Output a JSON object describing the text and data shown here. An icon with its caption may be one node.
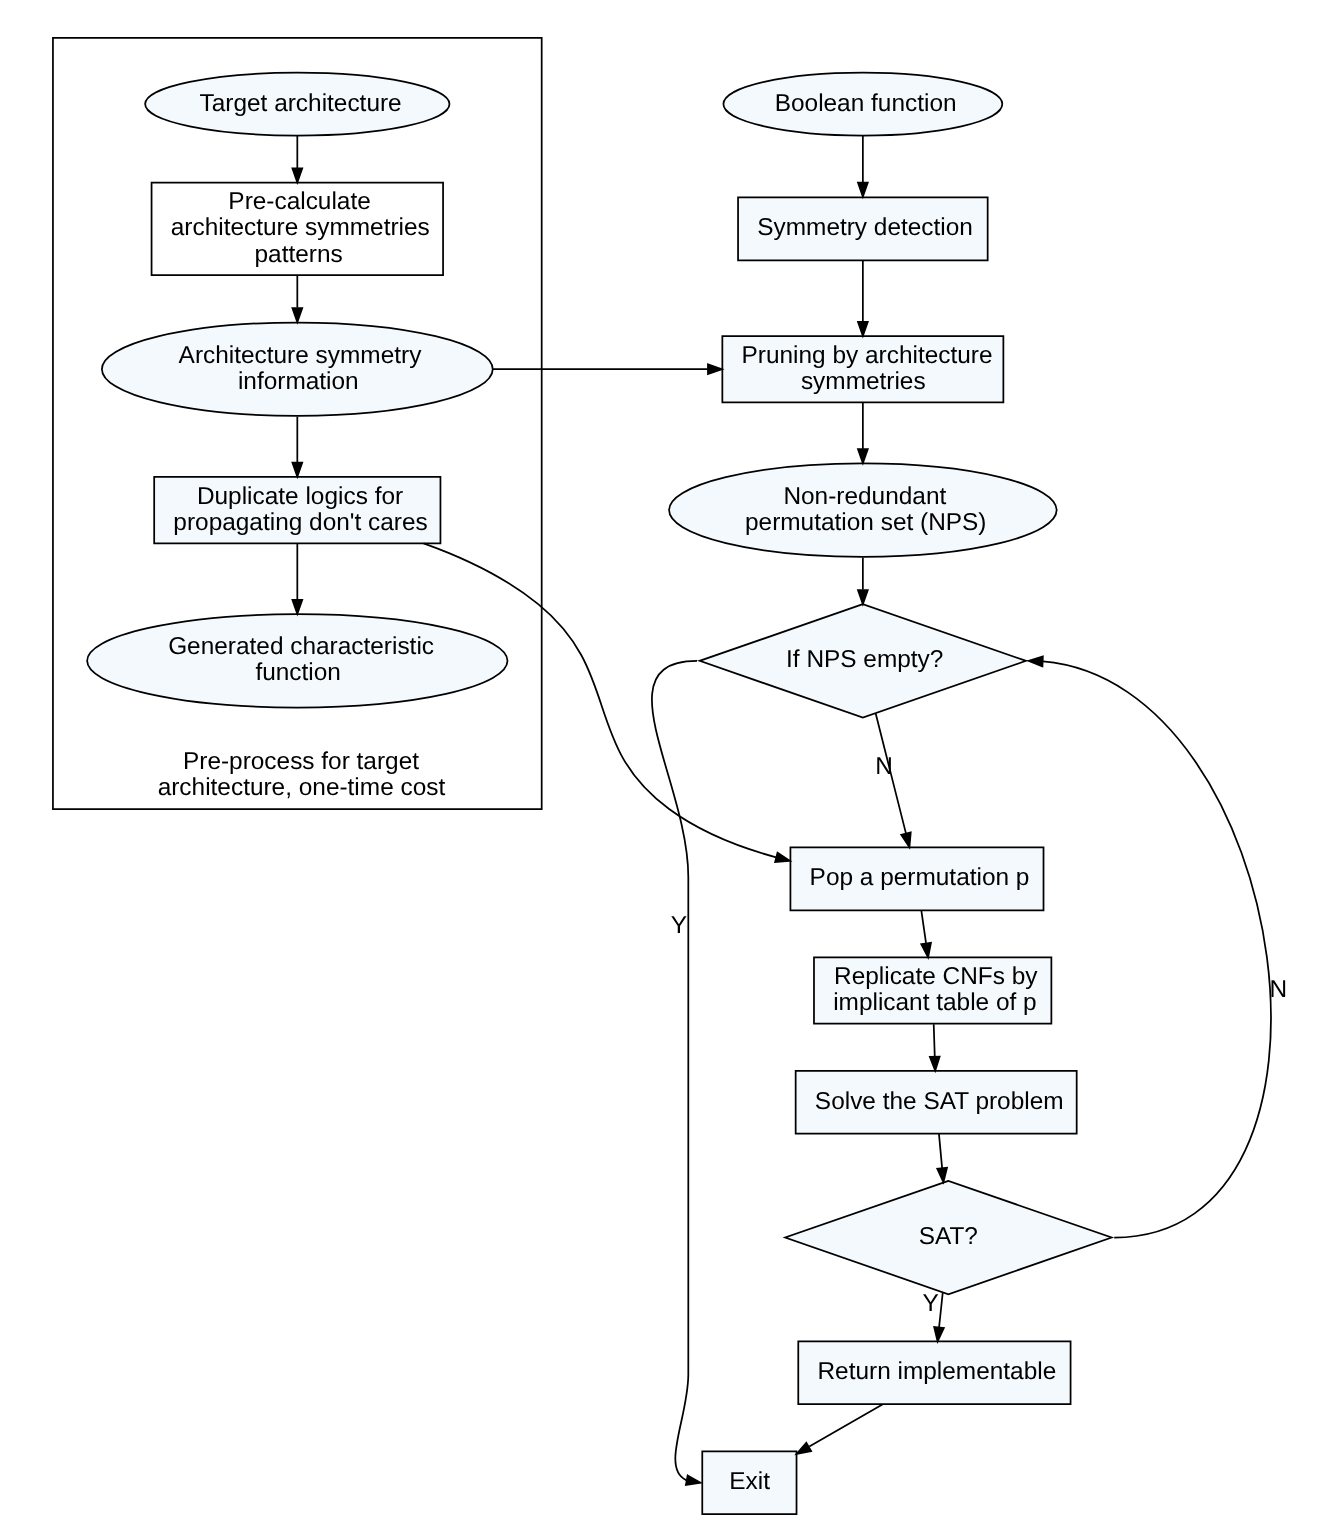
{
  "diagram": {
    "nodes": [
      {
        "text": [
          "Pre-process for target architecture, one-time cost"
        ]
      },
      {
        "text": [
          "Target architecture"
        ],
        "in": 0
      },
      {
        "text": [
          "Pre-calculate architecture symmetries patterns"
        ],
        "in": 0
      },
      {
        "text": [
          "Architecture symmetry information"
        ],
        "in": 0
      },
      {
        "text": [
          "Duplicate logics for propagating don't cares"
        ],
        "in": 0
      },
      {
        "text": [
          "Generated characteristic function"
        ],
        "in": 0
      },
      {
        "text": [
          "Boolean function"
        ]
      },
      {
        "text": [
          "Symmetry detection"
        ]
      },
      {
        "text": [
          "Pruning by architecture symmetries"
        ]
      },
      {
        "text": [
          "Non-redundant permutation set (NPS)"
        ]
      },
      {
        "text": [
          "If NPS empty?"
        ]
      },
      {
        "text": [
          "Pop a permutation p"
        ]
      },
      {
        "text": [
          "Replicate CNFs by implicant table of p"
        ]
      },
      {
        "text": [
          "Solve the SAT problem"
        ]
      },
      {
        "text": [
          "SAT?"
        ]
      },
      {
        "text": [
          "Return implementable"
        ]
      },
      {
        "text": [
          "Exit"
        ]
      }
    ],
    "edges": [
      {
        "from": 1,
        "to": 2,
        "arrow": "to"
      },
      {
        "from": 2,
        "to": 3,
        "arrow": "to"
      },
      {
        "from": 3,
        "to": 4,
        "arrow": "to"
      },
      {
        "from": 4,
        "to": 5,
        "arrow": "to"
      },
      {
        "from": 3,
        "to": 8,
        "arrow": "to"
      },
      {
        "from": 4,
        "to": 11,
        "arrow": "to"
      },
      {
        "from": 6,
        "to": 7,
        "arrow": "to"
      },
      {
        "from": 7,
        "to": 8,
        "arrow": "to"
      },
      {
        "from": 8,
        "to": 9,
        "arrow": "to"
      },
      {
        "from": 9,
        "to": 10,
        "arrow": "to"
      },
      {
        "from": 10,
        "to": 11,
        "arrow": "to",
        "label": "N"
      },
      {
        "from": 10,
        "to": 16,
        "arrow": "to",
        "label": "Y"
      },
      {
        "from": 11,
        "to": 12,
        "arrow": "to"
      },
      {
        "from": 12,
        "to": 13,
        "arrow": "to"
      },
      {
        "from": 13,
        "to": 14,
        "arrow": "to"
      },
      {
        "from": 14,
        "to": 15,
        "arrow": "to",
        "label": "Y"
      },
      {
        "from": 15,
        "to": 16,
        "arrow": "to"
      },
      {
        "from": 14,
        "to": 10,
        "arrow": "to",
        "label": "N"
      }
    ]
  }
}
